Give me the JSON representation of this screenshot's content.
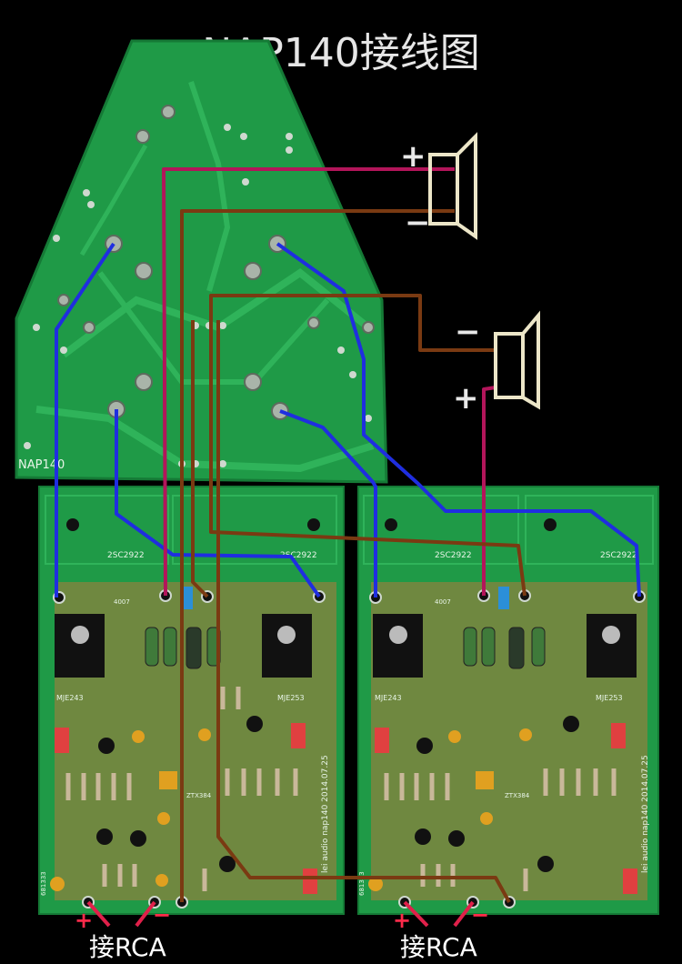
{
  "title": "NAP140接线图",
  "speaker_top": {
    "plus": "+",
    "minus": "−"
  },
  "speaker_right": {
    "minus": "−",
    "plus": "+"
  },
  "rca_left": {
    "label": "接RCA",
    "plus": "+",
    "minus": "−"
  },
  "rca_right": {
    "label": "接RCA",
    "plus": "+",
    "minus": "−"
  },
  "board_left": {
    "transistor_top_left": "2SC2922",
    "transistor_top_right": "2SC2922",
    "driver_left": "MJE243",
    "driver_right": "MJE253",
    "diode": "4007",
    "zener": "ZTX384",
    "side_text": "lei audio nap140 2014.07.25",
    "serial": "681333"
  },
  "board_right": {
    "transistor_top_left": "2SC2922",
    "transistor_top_right": "2SC2922",
    "driver_left": "MJE243",
    "driver_right": "MJE253",
    "diode": "4007",
    "zener": "ZTX384",
    "side_text": "lei audio nap140 2014.07.25",
    "serial": "681333"
  },
  "heatsink_label": "NAP140",
  "colors": {
    "pcb_green": "#1f9a47",
    "trace_green": "#2fb35a",
    "wire_blue": "#1f2ee0",
    "wire_magenta": "#b3155a",
    "wire_brown": "#7a3a12",
    "copper": "#b07a3a"
  }
}
